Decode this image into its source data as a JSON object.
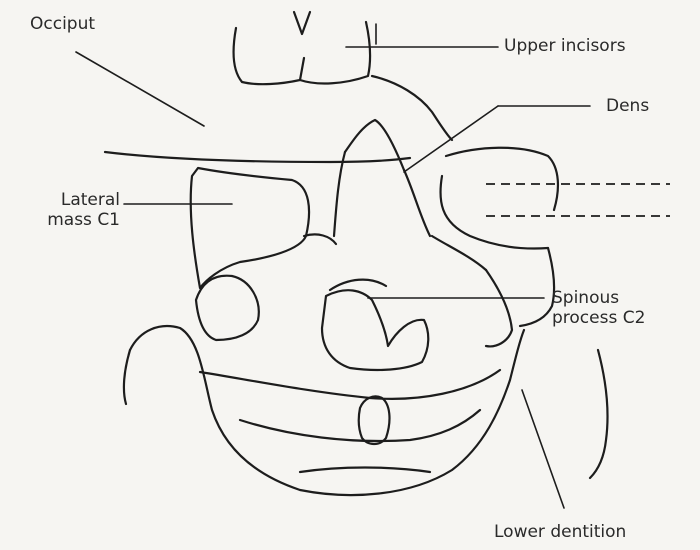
{
  "labels": {
    "occiput": "Occiput",
    "upper_incisors": "Upper incisors",
    "dens": "Dens",
    "lateral_mass_c1": "Lateral\nmass C1",
    "spinous_process_c2": "Spinous\nprocess C2",
    "lower_dentition": "Lower dentition"
  }
}
